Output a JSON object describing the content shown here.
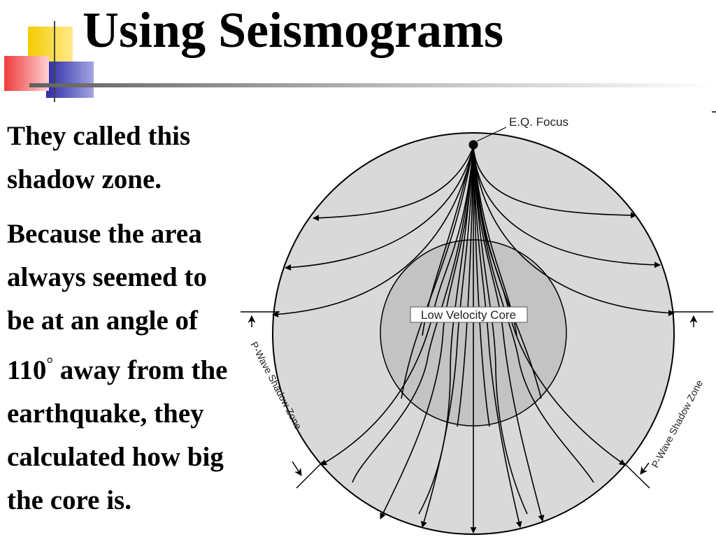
{
  "slide": {
    "title": "Using Seismograms",
    "paragraph1": [
      "They called this",
      "shadow zone."
    ],
    "paragraph2": {
      "before_degree": [
        "Because the area",
        "always seemed to",
        "be at an angle of"
      ],
      "degree_value": "110",
      "degree_mark": "°",
      "degree_rest": " away from the",
      "after_degree": [
        "earthquake, they",
        "calculated how big",
        "the core is."
      ]
    }
  },
  "diagram": {
    "focus_label": "E.Q. Focus",
    "core_label": "Low Velocity Core",
    "left_zone_label": "P-Wave Shadow Zone",
    "right_zone_label": "P-Wave Shadow Zone"
  },
  "colors": {
    "earth_fill": "#d9d9d9",
    "core_fill": "#c3c3c3",
    "decor_yellow": "#f5cc00",
    "decor_red": "#ee3b3b",
    "decor_blue": "#2a2aa8"
  }
}
